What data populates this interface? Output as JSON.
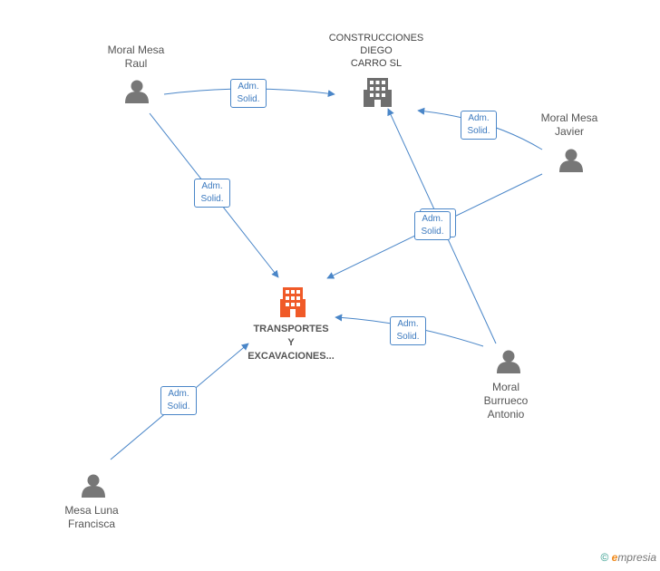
{
  "nodes": {
    "construcciones": [
      "CONSTRUCCIONES",
      "DIEGO",
      "CARRO SL"
    ],
    "transportes": [
      "TRANSPORTES",
      "Y",
      "EXCAVACIONES..."
    ],
    "raul": [
      "Moral Mesa",
      "Raul"
    ],
    "javier": [
      "Moral Mesa",
      "Javier"
    ],
    "antonio": [
      "Moral",
      "Burrueco",
      "Antonio"
    ],
    "francisca": [
      "Mesa Luna",
      "Francisca"
    ]
  },
  "edge_label": [
    "Adm.",
    "Solid."
  ],
  "colors": {
    "edge": "#4a86c8",
    "person_icon": "#777777",
    "company_grey": "#6e6e6e",
    "company_main": "#f05a28"
  },
  "watermark": {
    "copyright": "©",
    "brand_initial": "e",
    "brand_rest": "mpresia"
  }
}
